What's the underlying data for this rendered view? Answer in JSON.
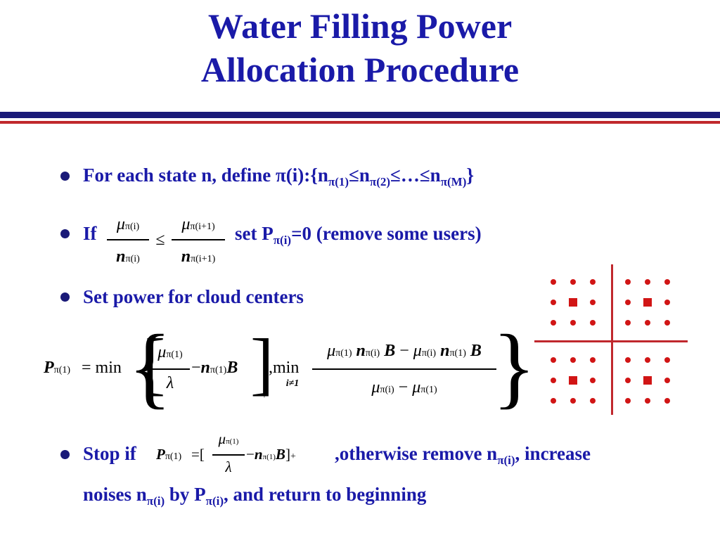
{
  "title": {
    "line1": "Water Filling Power",
    "line2": "Allocation Procedure"
  },
  "colors": {
    "title": "#1a1aa8",
    "rule_dark": "#1a1a78",
    "rule_red": "#c0282d",
    "constellation": "#d11515"
  },
  "bullets": {
    "b1": {
      "text_pre": "For each state n, define ",
      "pi": "π",
      "paren": "(i):{n",
      "sub1": "π(1)",
      "le": "≤n",
      "sub2": "π(2)",
      "dots": "≤…≤n",
      "subM": "π(M)",
      "close": "}"
    },
    "b2": {
      "if": "If",
      "set": "set P",
      "sub": "π(i)",
      "rest": "=0 (remove some users)"
    },
    "b3": {
      "text": "Set power for cloud centers"
    },
    "b4": {
      "stop": "Stop if",
      "mid": ",otherwise remove n",
      "sub": "π(i)",
      "end": ", increase",
      "line2_pre": "noises n",
      "line2_sub1": "π(i)",
      "line2_mid": " by P",
      "line2_sub2": "π(i)",
      "line2_end": ", and return to beginning"
    }
  },
  "math": {
    "mu": "μ",
    "n": "n",
    "P": "P",
    "B": "B",
    "lambda": "λ",
    "sub_pi_i": "π(i)",
    "sub_pi_i1": "π(i+1)",
    "sub_pi_1": "π(1)",
    "le": "≤",
    "eq": "=",
    "min": "min",
    "minus": "−",
    "comma_min": ",min",
    "min_sub": "i≠1",
    "plus": "+",
    "lbrack": "[",
    "rbrack": "]"
  },
  "constellation": {
    "icon": "qam-constellation-diagram"
  }
}
